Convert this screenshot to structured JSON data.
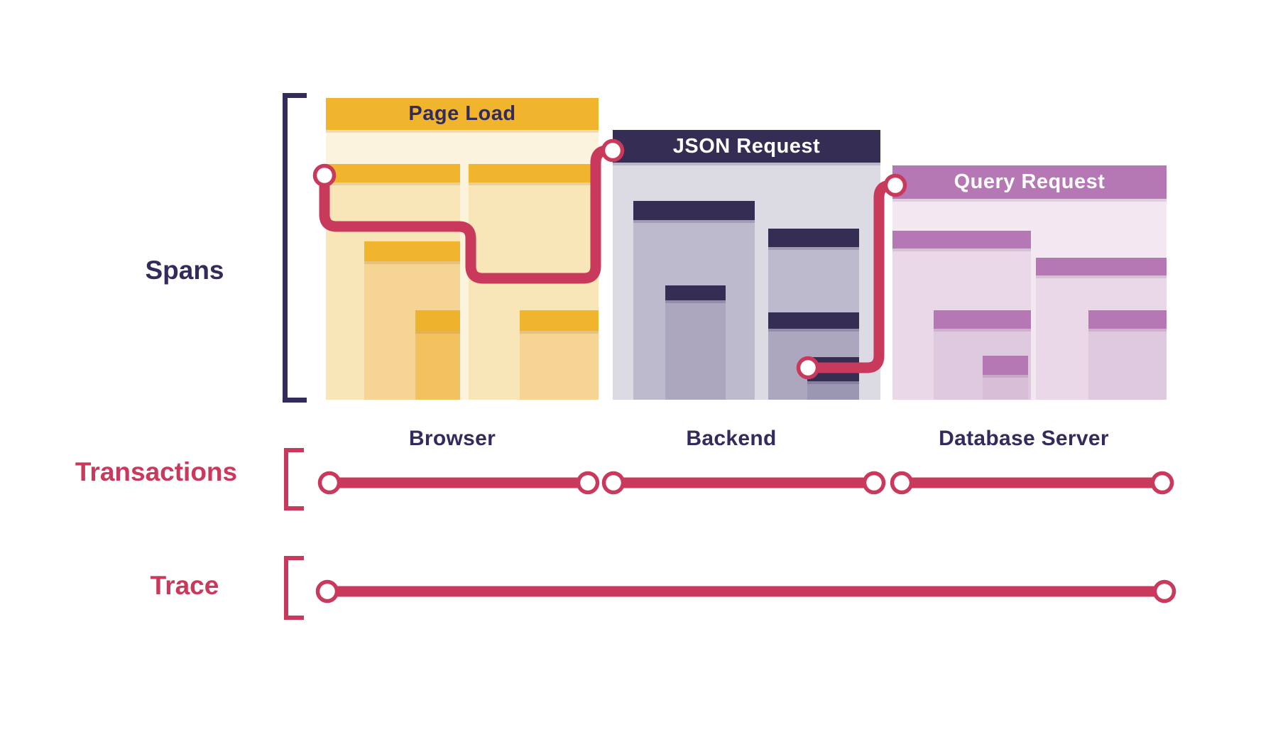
{
  "rows": {
    "spans": "Spans",
    "transactions": "Transactions",
    "trace": "Trace"
  },
  "blocks": [
    {
      "id": "page-load",
      "title": "Page Load",
      "caption": "Browser"
    },
    {
      "id": "json-request",
      "title": "JSON Request",
      "caption": "Backend"
    },
    {
      "id": "query-request",
      "title": "Query Request",
      "caption": "Database Server"
    }
  ],
  "colors": {
    "accent_red": "#C9395B",
    "navy": "#362D55",
    "gold": "#F0B42D",
    "orchid": "#B578B4",
    "label_navy": "#332B5B"
  }
}
